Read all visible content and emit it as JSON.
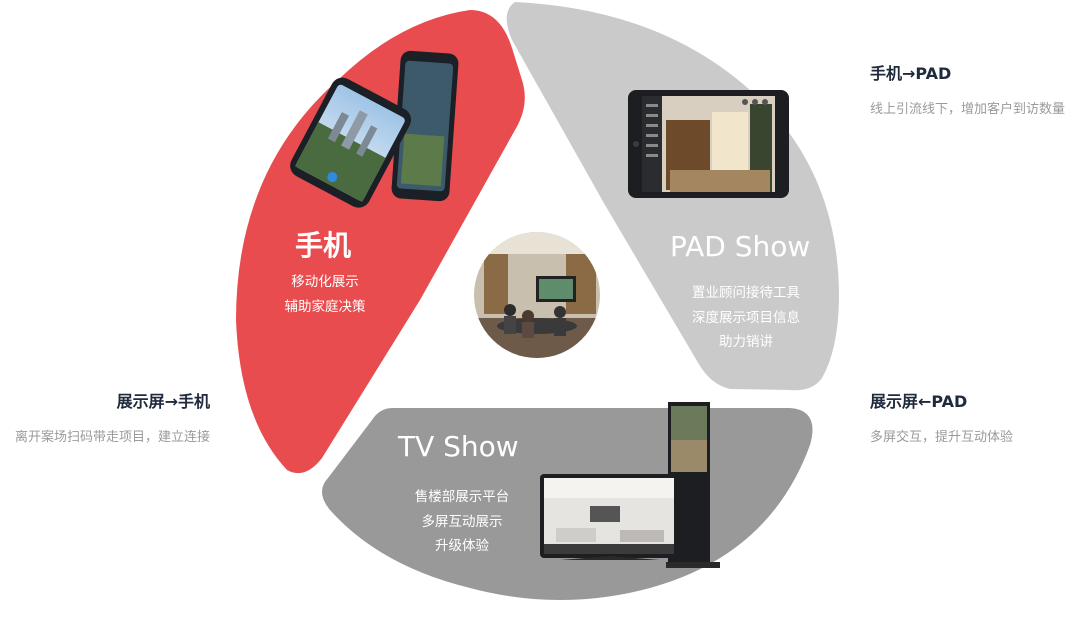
{
  "segments": {
    "phone": {
      "title": "手机",
      "lines": [
        "移动化展示",
        "辅助家庭决策"
      ],
      "color": "#e84c4f",
      "icon": "smartphones-image"
    },
    "pad": {
      "title": "PAD Show",
      "lines": [
        "置业顾问接待工具",
        "深度展示项目信息",
        "助力销讲"
      ],
      "color": "#cacaca",
      "icon": "tablet-image"
    },
    "tv": {
      "title": "TV Show",
      "lines": [
        "售楼部展示平台",
        "多屏互动展示",
        "升级体验"
      ],
      "color": "#999999",
      "icon": "tv-screens-image"
    }
  },
  "connections": {
    "phone_to_pad": {
      "title": "手机→PAD",
      "desc": "线上引流线下，增加客户到访数量"
    },
    "screen_to_pad": {
      "title": "展示屏←PAD",
      "desc": "多屏交互，提升互动体验"
    },
    "screen_to_phone": {
      "title": "展示屏→手机",
      "desc": "离开案场扫码带走项目，建立连接"
    }
  },
  "center": {
    "icon": "showroom-photo"
  }
}
